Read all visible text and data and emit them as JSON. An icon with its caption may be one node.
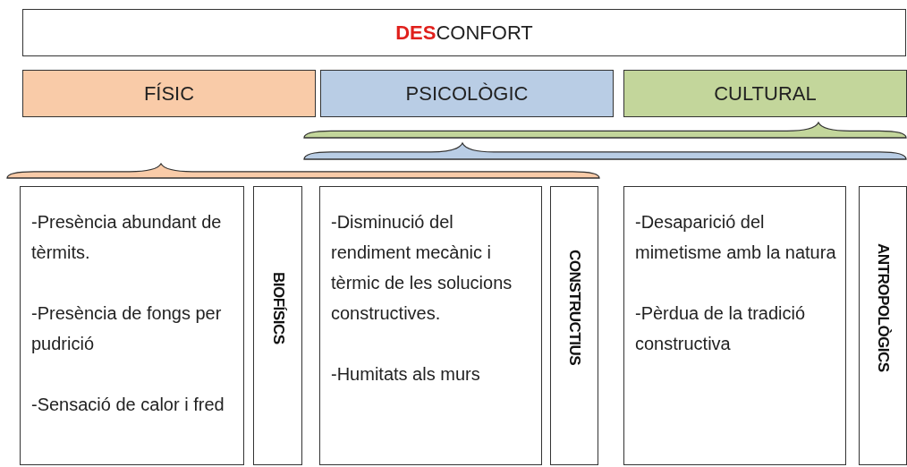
{
  "diagram": {
    "nodes": [
      {
        "text": [
          "**DES**CONFORT"
        ]
      },
      {
        "text": [
          "FÍSIC"
        ]
      },
      {
        "text": [
          "PSICOLÒGIC"
        ]
      },
      {
        "text": [
          "CULTURAL"
        ]
      },
      {
        "text": [
          "-Presència abundant de tèrmits.",
          "-Presència de fongs per pudrició",
          "-Sensació de calor i fred"
        ]
      },
      {
        "text": [
          "BIOFÍSICS"
        ]
      },
      {
        "text": [
          "-Disminució del rendiment mecànic i tèrmic de les solucions constructives.",
          "-Humitats als murs"
        ]
      },
      {
        "text": [
          "CONSTRUCTIUS"
        ]
      },
      {
        "text": [
          "-Desaparició del mimetisme amb la natura",
          "-Pèrdua de la tradició constructiva"
        ]
      },
      {
        "text": [
          "ANTROPOLÒGICS"
        ]
      }
    ]
  }
}
